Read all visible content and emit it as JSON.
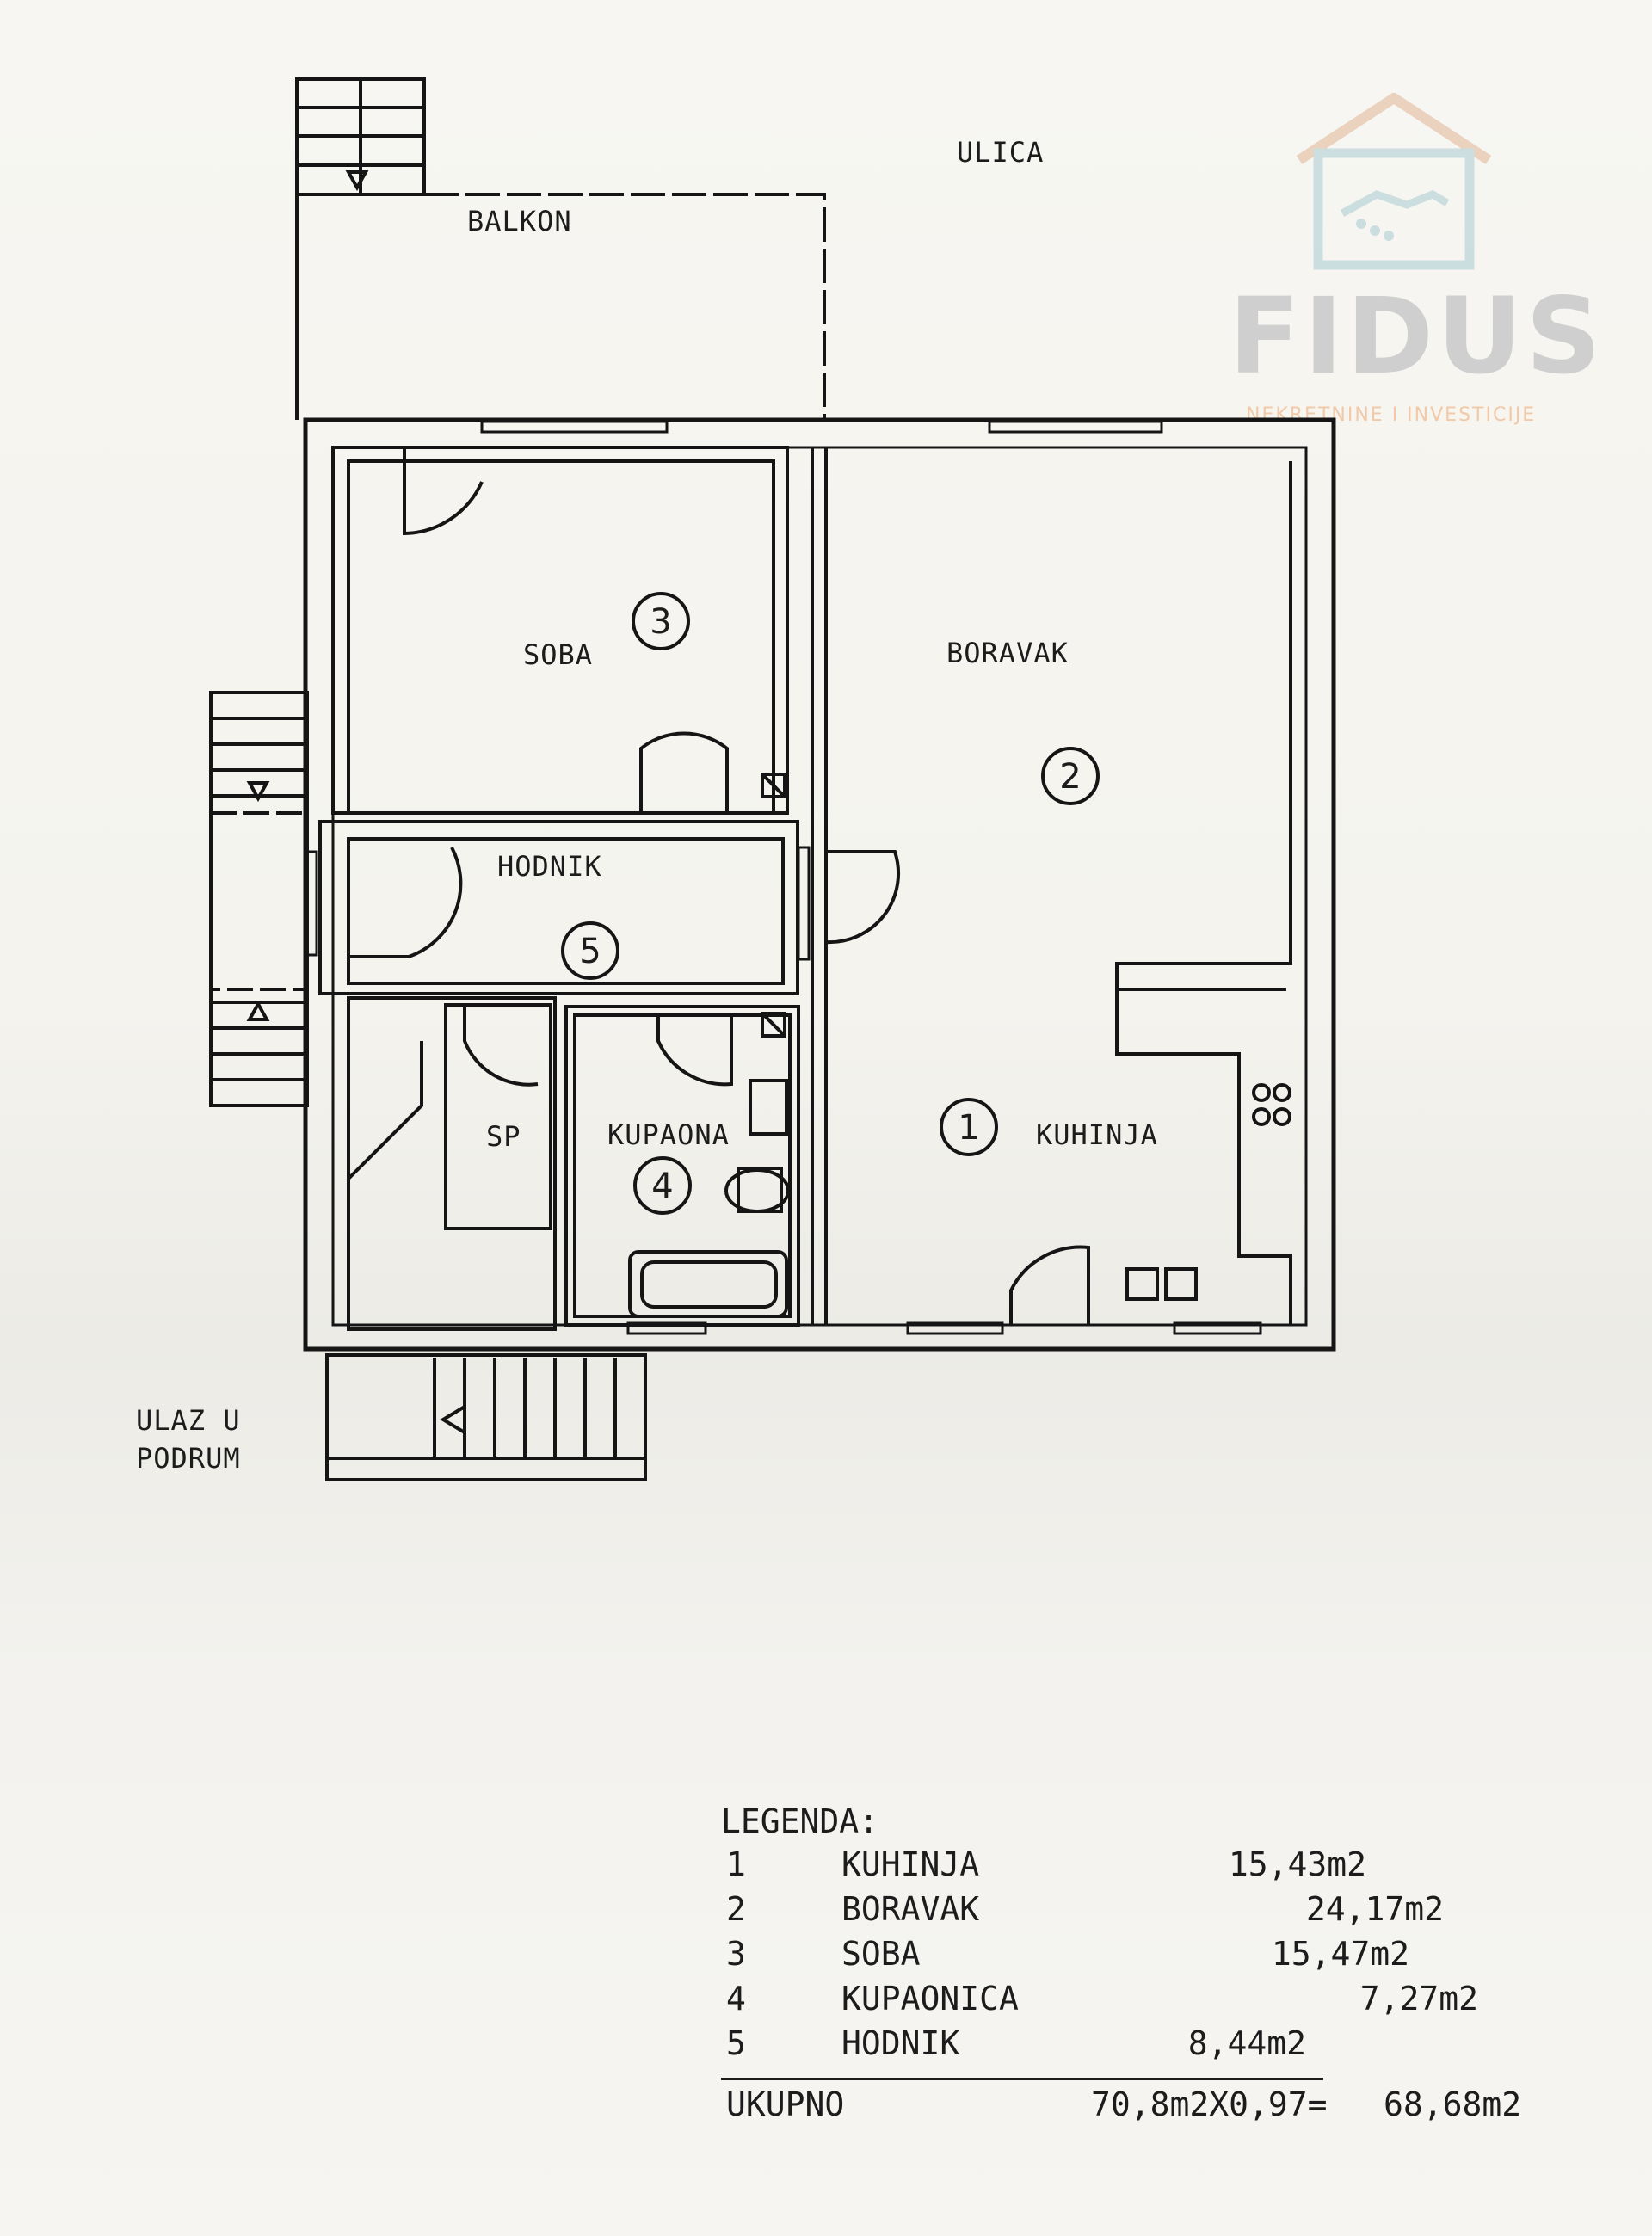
{
  "plan_labels": {
    "street": "ULICA",
    "balcony": "BALKON",
    "room": "SOBA",
    "living": "BORAVAK",
    "hall": "HODNIK",
    "pantry": "SP",
    "bath": "KUPAONA",
    "kitchen": "KUHINJA",
    "basement_line1": "ULAZ U",
    "basement_line2": "PODRUM"
  },
  "room_numbers": {
    "kitchen": "1",
    "living": "2",
    "room": "3",
    "bath": "4",
    "hall": "5"
  },
  "legend": {
    "title": "LEGENDA:",
    "rows": [
      {
        "num": "1",
        "name": "KUHINJA",
        "area": "15,43m2"
      },
      {
        "num": "2",
        "name": "BORAVAK",
        "area": "24,17m2"
      },
      {
        "num": "3",
        "name": "SOBA",
        "area": "15,47m2"
      },
      {
        "num": "4",
        "name": "KUPAONICA",
        "area": "7,27m2"
      },
      {
        "num": "5",
        "name": "HODNIK",
        "area": "8,44m2"
      }
    ],
    "total_label": "UKUPNO",
    "total_formula": "70,8m2X0,97=",
    "total_value": "68,68m2"
  },
  "watermark": {
    "name": "FIDUS",
    "tagline": "NEKRETNINE I INVESTICIJE",
    "icon": "house-handshake-icon",
    "color_roof": "#c98a5e",
    "color_body": "#8fb8bf"
  }
}
